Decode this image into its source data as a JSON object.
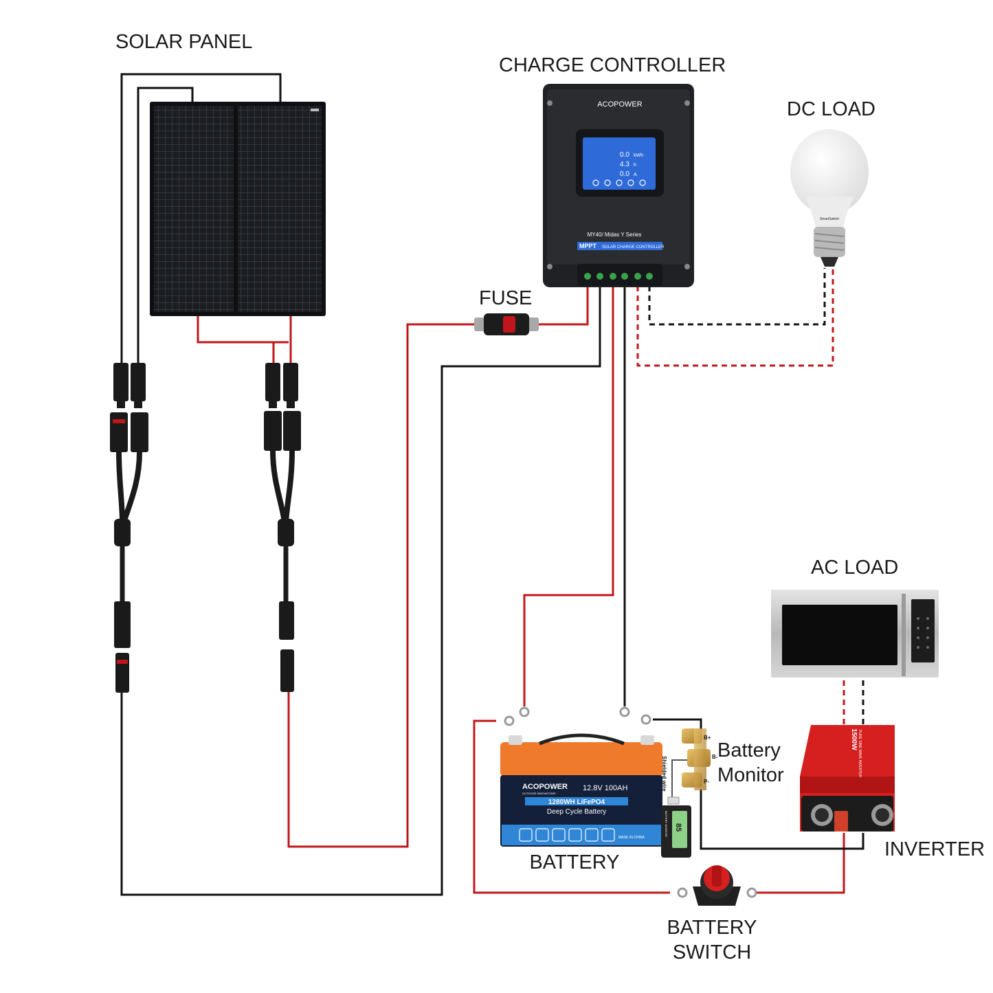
{
  "labels": {
    "solar_panel": "SOLAR PANEL",
    "charge_controller": "CHARGE CONTROLLER",
    "dc_load": "DC LOAD",
    "fuse": "FUSE",
    "ac_load": "AC LOAD",
    "battery_monitor_line1": "Battery",
    "battery_monitor_line2": "Monitor",
    "inverter": "INVERTER",
    "battery": "BATTERY",
    "battery_switch_line1": "BATTERY",
    "battery_switch_line2": "SWITCH"
  },
  "controller": {
    "brand": "ACOPOWER",
    "model": "MY40/ Midas Y Series",
    "mppt": "MPPT",
    "subtitle": "SOLAR CHARGE CONTROLLER",
    "lcd_values": [
      "0.0",
      "4.3",
      "0.0"
    ],
    "lcd_units": [
      "kWh",
      "h",
      "A"
    ]
  },
  "battery_unit": {
    "brand": "ACOPOWER",
    "tagline": "OUTDOOR INNOVATIONS",
    "spec": "12.8V  100AH",
    "capacity": "1280WH LiFePO4",
    "type": "Deep Cycle Battery",
    "made_in": "MADE IN CHINA"
  },
  "monitor_unit": {
    "shunt_label": "Shielded wire",
    "display_label": "BATTERY MONITOR",
    "display_value": "85",
    "terminals": [
      "B+",
      "B-",
      "P-"
    ]
  },
  "inverter_unit": {
    "rating": "1500W",
    "type": "PURE SINE WAVE INVERTER"
  },
  "bulb": {
    "brand": "SmartSwitch"
  },
  "colors": {
    "positive_wire": "#c0161b",
    "negative_wire": "#111111",
    "controller_body": "#1f2124",
    "lcd": "#2f6bd8",
    "battery_top": "#f07a2b",
    "battery_body": "#14203a",
    "battery_band": "#2f86d6",
    "inverter": "#d61f1f",
    "microwave": "#c9c9c9"
  }
}
